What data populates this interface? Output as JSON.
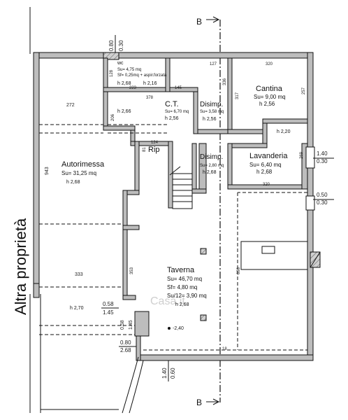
{
  "section": {
    "label_top": "B",
    "label_bottom": "B"
  },
  "side_label": "Altra proprietà",
  "rooms": {
    "wc": {
      "name": "wc",
      "su": "Su= 4,75 mq",
      "sf": "Sf= 0,25mq + aspir.forzata",
      "h1": "h 2,68",
      "h2": "h 2,16"
    },
    "ct": {
      "name": "C.T.",
      "su": "Su= 6,70 mq",
      "h": "h 2,56",
      "h_left": "h 2,66"
    },
    "disimp1": {
      "name": "Disimp.",
      "su": "Su= 3,58 mq",
      "h": "h 2,56"
    },
    "cantina": {
      "name": "Cantina",
      "su": "Su= 9,00 mq",
      "h": "h 2,56"
    },
    "lavanderia": {
      "name": "Lavanderia",
      "su": "Su= 6,40 mq",
      "h": "h 2,68",
      "h_top": "h 2,20"
    },
    "disimp2": {
      "name": "Disimp.",
      "su": "Su= 2,80 mq",
      "h": "h 2,68"
    },
    "rip": {
      "name": "Rip"
    },
    "autorimessa": {
      "name": "Autorimessa",
      "su": "Su= 31,25 mq",
      "h": "h 2,68"
    },
    "taverna": {
      "name": "Taverna",
      "su": "Su= 46,70 mq",
      "sf": "Sf= 4,80 mq",
      "su12": "Su/12= 3,90 mq",
      "h": "h 2,68"
    },
    "portico": {
      "h": "h 2,70"
    }
  },
  "dimensions": {
    "d_080_top": "0.80",
    "d_030_top": "0.30",
    "d_127": "127",
    "d_320_top": "320",
    "d_128": "128",
    "d_223": "223",
    "d_145": "145",
    "d_317": "317",
    "d_257": "257",
    "d_336": "336",
    "d_272": "272",
    "d_943": "943",
    "d_206": "206",
    "d_378": "378",
    "d_124": "124",
    "d_81": "81",
    "d_269": "269",
    "d_320_mid": "320",
    "d_140_r": "1.40",
    "d_030_r1": "0.30",
    "d_050_r": "0.50",
    "d_030_r2": "0.30",
    "d_353": "353",
    "d_333": "333",
    "d_698": "698",
    "d_18": "18",
    "d_058_l": "0.58",
    "d_145_l": "1.45",
    "d_058_v": "0.58",
    "d_145_v": "1.45",
    "d_080_b": "0.80",
    "d_268_b": "2.68",
    "d_140_b": "1.40",
    "d_060_b": "0.60",
    "level": "-2,40"
  },
  "watermark": "Casa.it"
}
